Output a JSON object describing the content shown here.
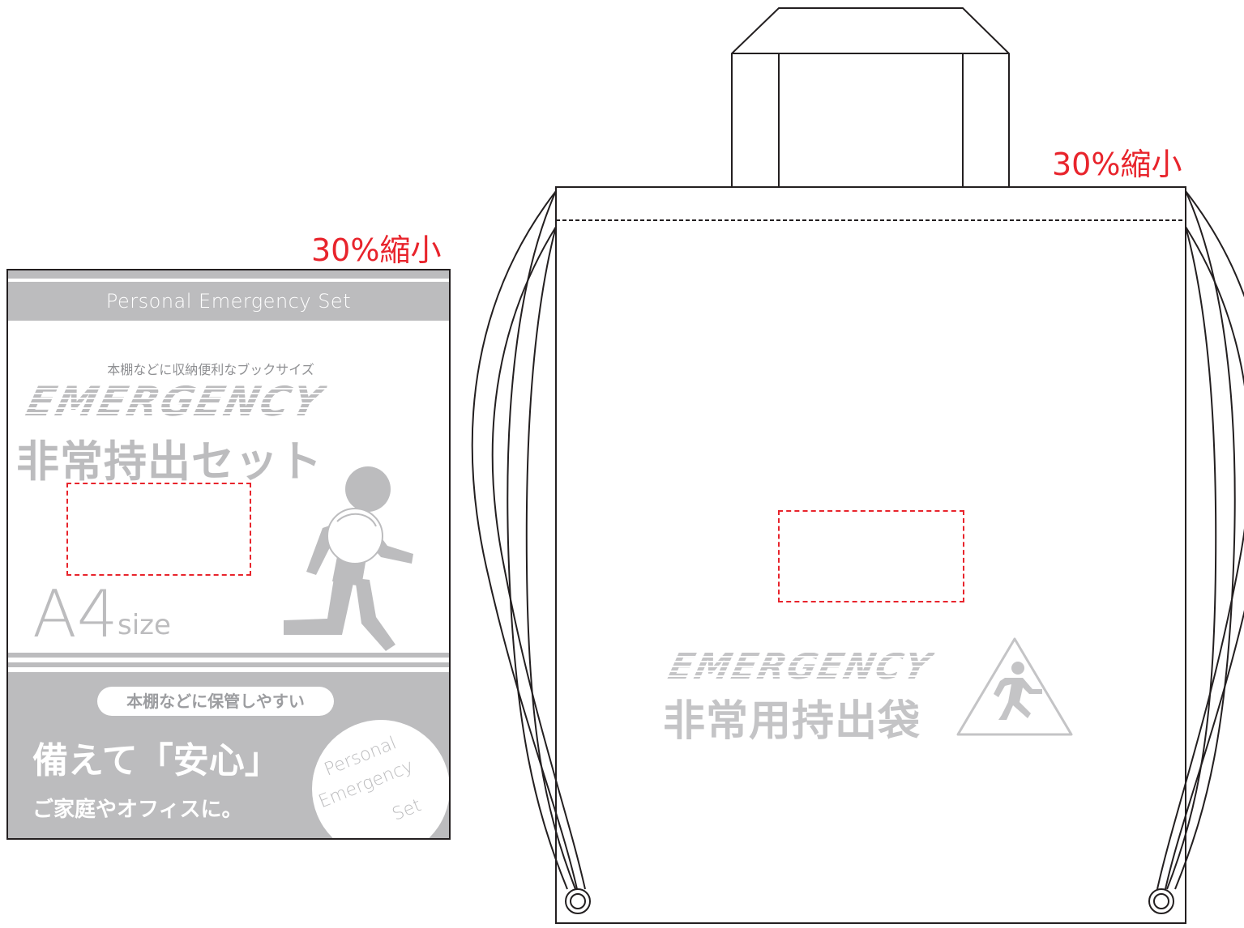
{
  "scale_labels": {
    "cover": "30%縮小",
    "bag": "30%縮小"
  },
  "colors": {
    "accent_red": "#e8242c",
    "print_gray": "#bcbcbe",
    "outline": "#231f20"
  },
  "cover": {
    "header": "Personal Emergency Set",
    "tagline": "本棚などに収納便利なブックサイズ",
    "emergency": "EMERGENCY",
    "title": "非常持出セット",
    "size_big": "A4",
    "size_small": "size",
    "pill": "本棚などに保管しやすい",
    "slogan_main": "備えて「安心」",
    "slogan_sub": "ご家庭やオフィスに。",
    "seal_lines": [
      "Personal",
      "Emergency",
      "Set"
    ]
  },
  "bag": {
    "emergency": "EMERGENCY",
    "title": "非常用持出袋",
    "sign_icon": "emergency-exit-runner-icon"
  }
}
